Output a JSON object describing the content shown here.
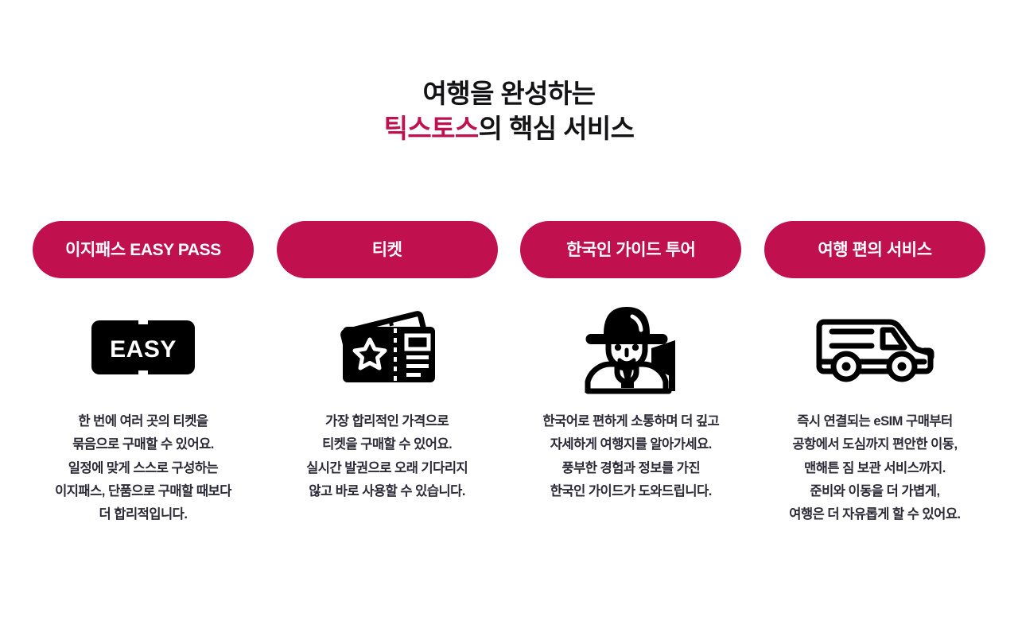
{
  "heading": {
    "line1": "여행을 완성하는",
    "line2_accent": "틱스토스",
    "line2_rest": "의 핵심 서비스"
  },
  "colors": {
    "accent": "#c0104e",
    "heading_text": "#131316",
    "body_text": "#2b2b38",
    "pill_text": "#ffffff",
    "background": "#ffffff",
    "icon": "#000000"
  },
  "columns": [
    {
      "pill_label": "이지패스 EASY PASS",
      "icon": "easy-pass-badge-icon",
      "icon_text": "EASY",
      "description_lines": [
        "한 번에 여러 곳의 티켓을",
        "묶음으로 구매할 수 있어요.",
        "일정에 맞게 스스로 구성하는",
        "이지패스, 단품으로 구매할 때보다",
        "더 합리적입니다."
      ]
    },
    {
      "pill_label": "티켓",
      "icon": "tickets-icon",
      "description_lines": [
        "가장 합리적인 가격으로",
        "티켓을 구매할 수 있어요.",
        "실시간 발권으로 오래 기다리지",
        "않고 바로 사용할 수 있습니다."
      ]
    },
    {
      "pill_label": "한국인 가이드 투어",
      "icon": "tour-guide-icon",
      "description_lines": [
        "한국어로 편하게 소통하며 더 깊고",
        "자세하게 여행지를 알아가세요.",
        "풍부한 경험과 정보를 가진",
        "한국인 가이드가 도와드립니다."
      ]
    },
    {
      "pill_label": "여행 편의 서비스",
      "icon": "van-icon",
      "description_lines": [
        "즉시 연결되는 eSIM 구매부터",
        "공항에서 도심까지 편안한 이동,",
        "맨해튼 짐 보관 서비스까지.",
        "준비와 이동을 더 가볍게,",
        "여행은 더 자유롭게 할 수 있어요."
      ]
    }
  ]
}
